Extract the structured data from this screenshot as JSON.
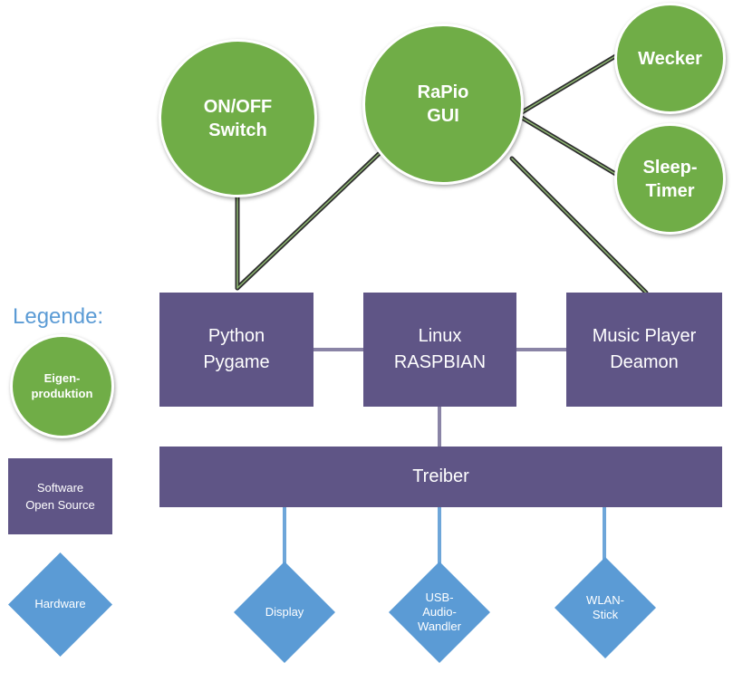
{
  "colors": {
    "circle": "#70ad47",
    "box": "#5f5586",
    "diamond": "#5b9bd5",
    "legend_title": "#5b9bd5"
  },
  "legend": {
    "title": "Legende:",
    "eigenproduktion": "Eigen-\nproduktion",
    "software": "Software\nOpen Source",
    "hardware": "Hardware"
  },
  "nodes": {
    "onoff_switch": "ON/OFF\nSwitch",
    "rapio_gui": "RaPio\nGUI",
    "wecker": "Wecker",
    "sleep_timer": "Sleep-\nTimer",
    "python_pygame": "Python\nPygame",
    "linux_raspbian": "Linux\nRASPBIAN",
    "music_player_deamon": "Music Player\nDeamon",
    "treiber": "Treiber",
    "display": "Display",
    "usb_audio_wandler": "USB-\nAudio-\nWandler",
    "wlan_stick": "WLAN-\nStick"
  }
}
